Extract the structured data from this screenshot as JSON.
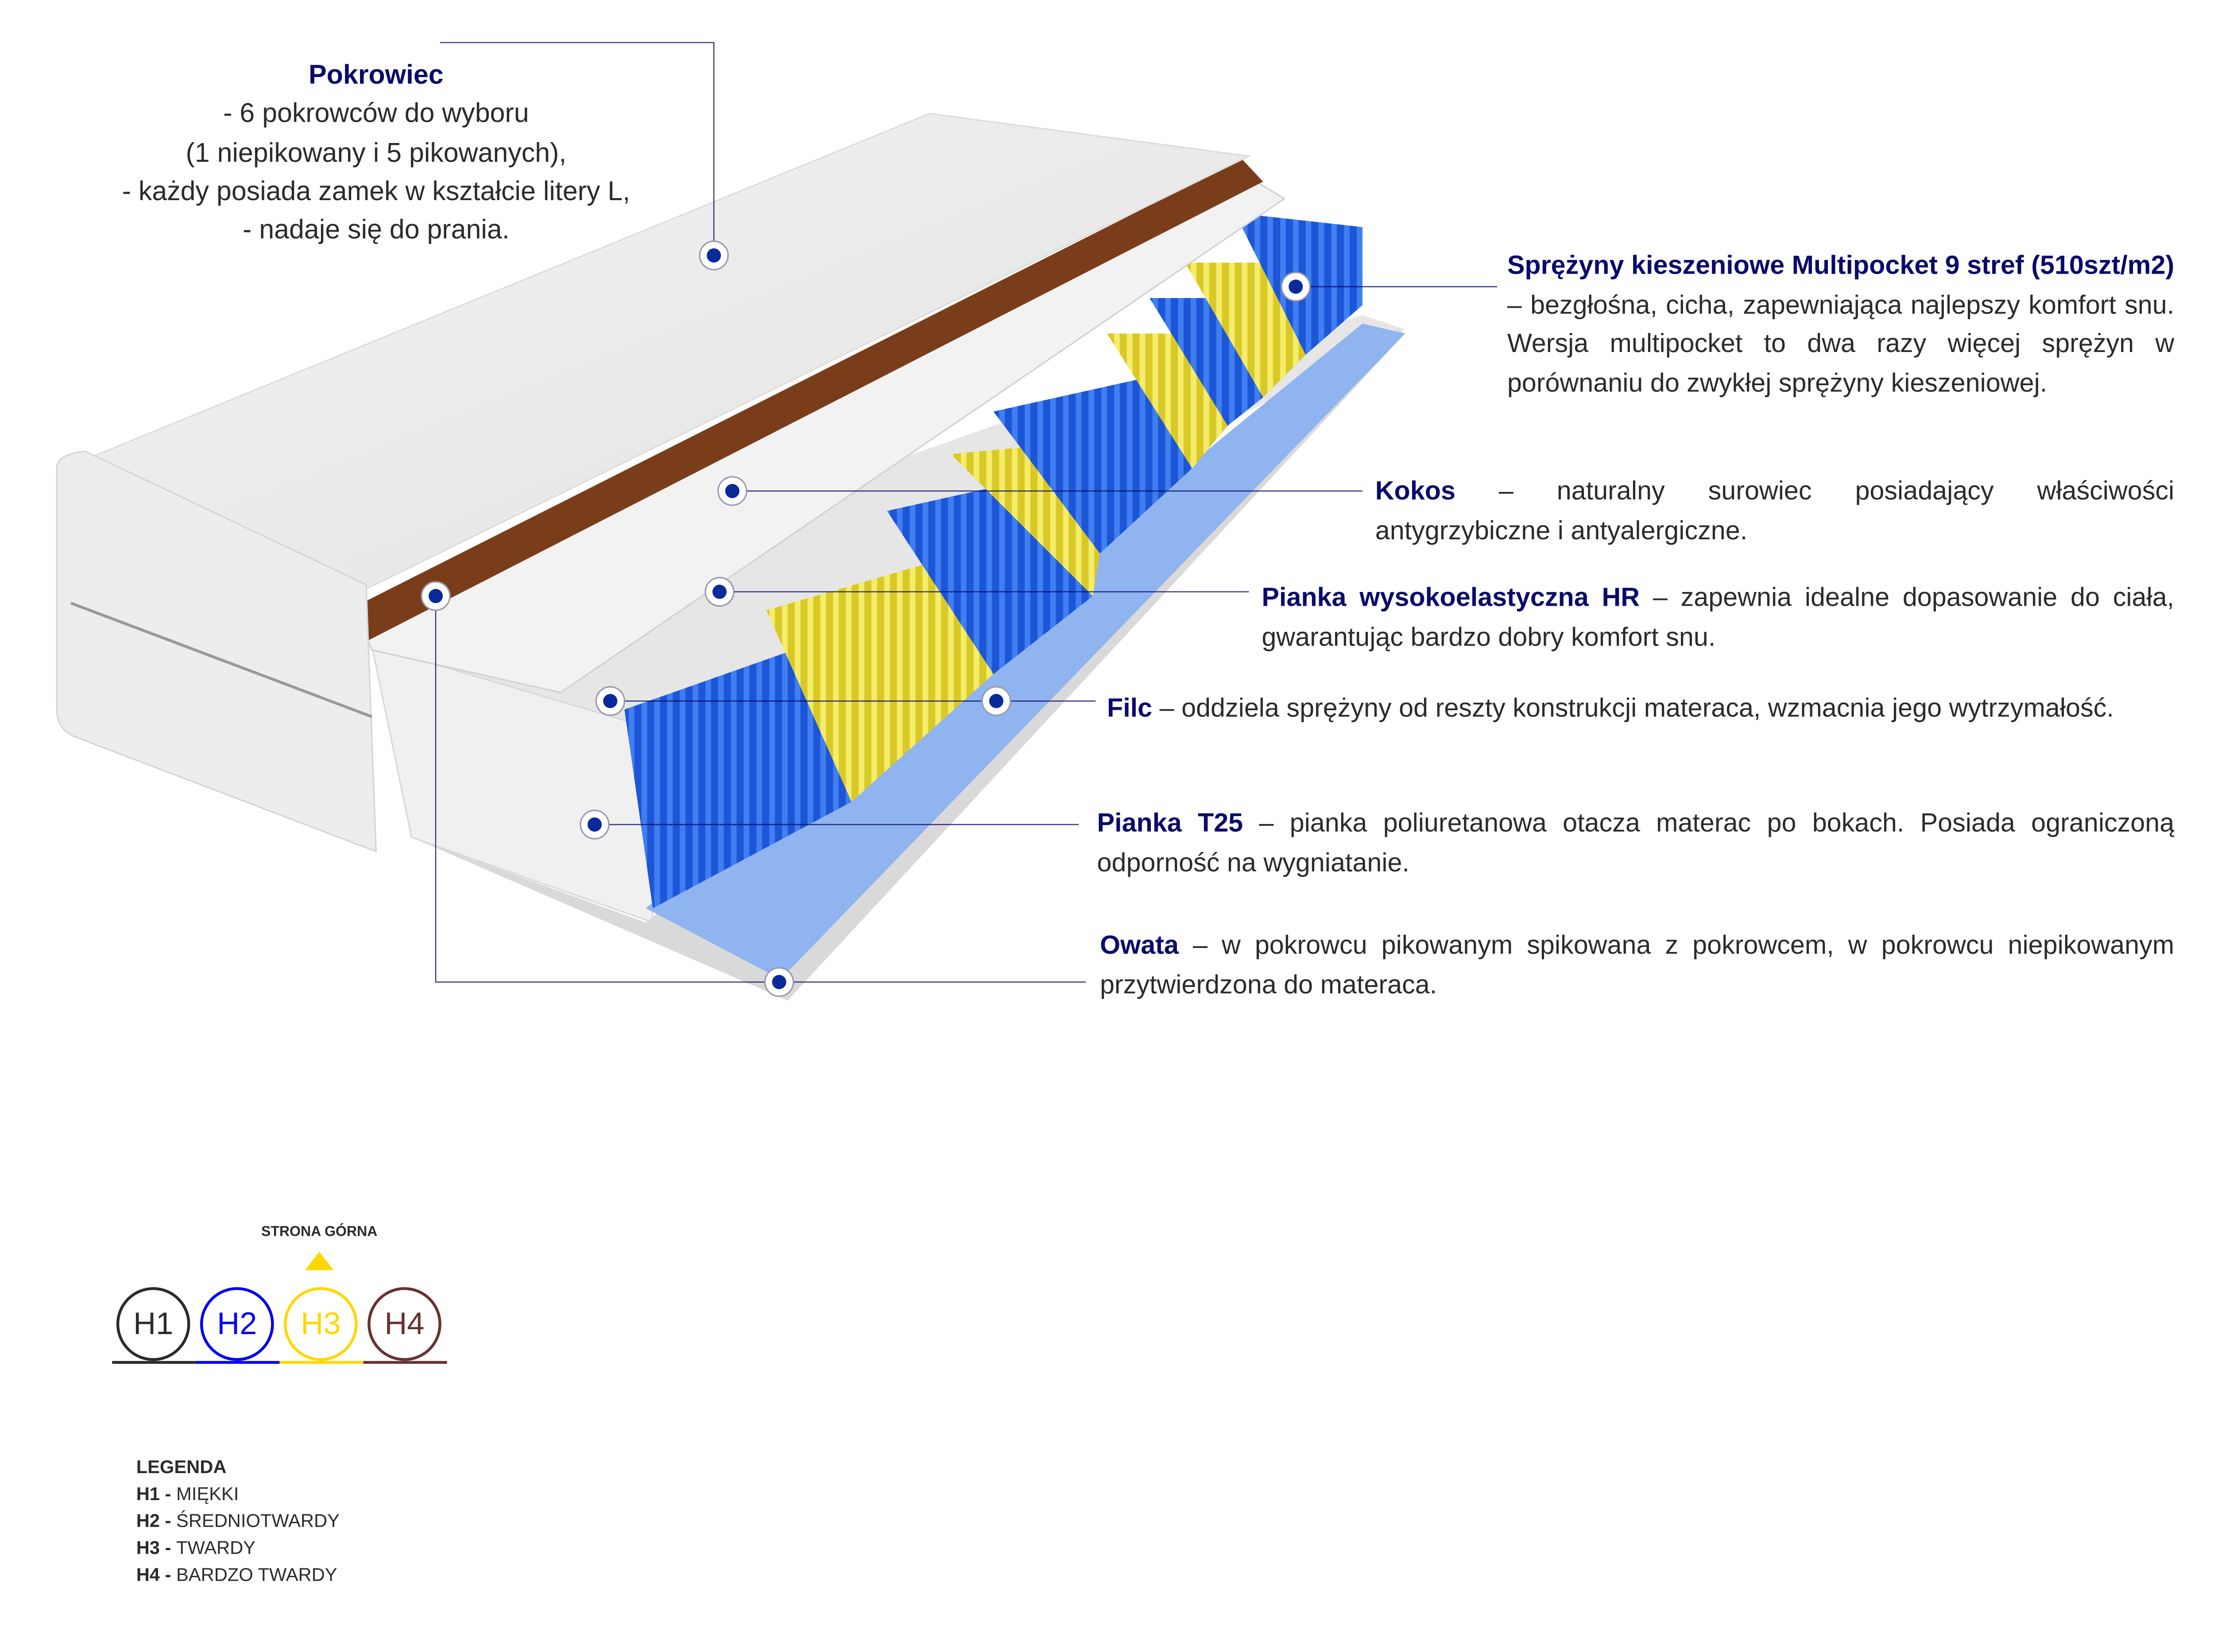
{
  "cover": {
    "title": "Pokrowiec",
    "lines": [
      "- 6 pokrowców do wyboru",
      "(1 niepikowany i 5 pikowanych),",
      "-  każdy posiada zamek w kształcie litery L,",
      "- nadaje się do prania."
    ]
  },
  "layers": [
    {
      "id": "springs",
      "title": "Sprężyny kieszeniowe Multipocket 9 stref (510szt/m2)",
      "text": " – bezgłośna, cicha, zapewniająca najlepszy komfort snu. Wersja multipocket to dwa razy więcej sprężyn w porównaniu do zwykłej sprężyny kieszeniowej."
    },
    {
      "id": "kokos",
      "title": "Kokos",
      "text": " – naturalny surowiec posiadający właściwości antygrzybiczne i antyalergiczne."
    },
    {
      "id": "hr",
      "title": "Pianka wysokoelastyczna HR",
      "text": " – zapewnia idealne dopasowanie do ciała, gwarantując bardzo dobry komfort snu."
    },
    {
      "id": "filc",
      "title": "Filc",
      "text": " – oddziela sprężyny od reszty konstrukcji materaca, wzmacnia jego wytrzymałość."
    },
    {
      "id": "t25",
      "title": "Pianka T25",
      "text": " – pianka poliuretanowa otacza materac po bokach. Posiada ograniczoną odporność na wygniatanie."
    },
    {
      "id": "owata",
      "title": "Owata",
      "text": " – w pokrowcu pikowanym spikowana z pokrowcem, w pokrowcu niepikowanym przytwierdzona do materaca."
    }
  ],
  "hardness": {
    "top_side_label": "STRONA GÓRNA",
    "selected": "H3",
    "levels": [
      {
        "code": "H1",
        "color": "#2b2b2b"
      },
      {
        "code": "H2",
        "color": "#0000ee"
      },
      {
        "code": "H3",
        "color": "#ffd700"
      },
      {
        "code": "H4",
        "color": "#673232"
      }
    ]
  },
  "legend": {
    "title": "LEGENDA",
    "items": [
      {
        "code": "H1",
        "sep": " - ",
        "label": "MIĘKKI"
      },
      {
        "code": "H2",
        "sep": " - ",
        "label": "ŚREDNIOTWARDY"
      },
      {
        "code": "H3",
        "sep": " - ",
        "label": "TWARDY"
      },
      {
        "code": "H4",
        "sep": " - ",
        "label": "BARDZO TWARDY"
      }
    ]
  },
  "colors": {
    "heading": "#0a0a6b",
    "text": "#2b2b2b",
    "marker": "#0a2a9a",
    "coconut": "#7a3d1a",
    "spring_blue": "#1f5fe0",
    "spring_yellow": "#f0e040"
  }
}
